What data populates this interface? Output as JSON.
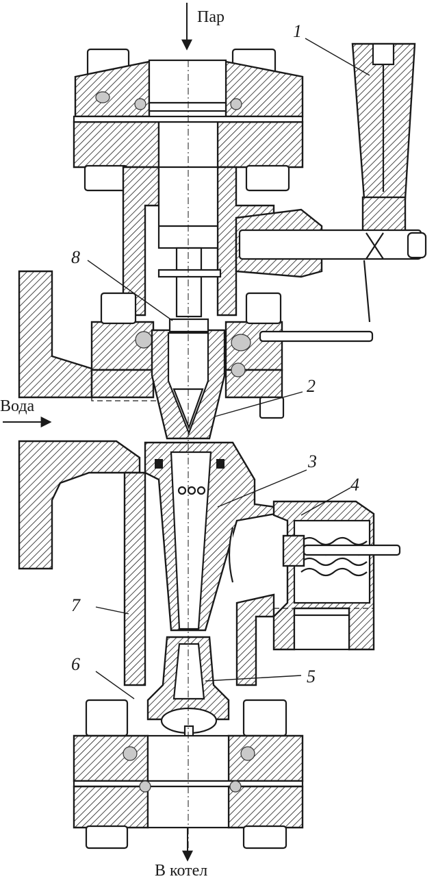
{
  "labels": {
    "steam_in": "Пар",
    "water_in": "Вода",
    "to_boiler": "В котел"
  },
  "callouts": [
    {
      "id": "1",
      "text": "1"
    },
    {
      "id": "2",
      "text": "2"
    },
    {
      "id": "3",
      "text": "3"
    },
    {
      "id": "4",
      "text": "4"
    },
    {
      "id": "5",
      "text": "5"
    },
    {
      "id": "6",
      "text": "6"
    },
    {
      "id": "7",
      "text": "7"
    },
    {
      "id": "8",
      "text": "8"
    }
  ]
}
